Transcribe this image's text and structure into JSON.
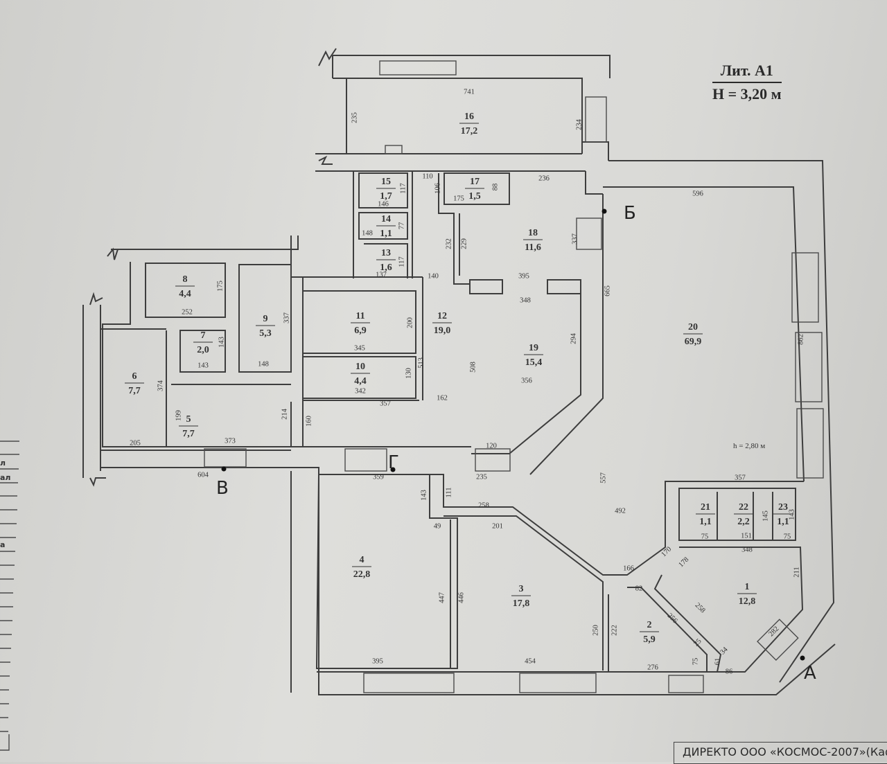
{
  "header": {
    "title": "Лит. А1",
    "height": "H = 3,20 м"
  },
  "note": "h = 2,80 м",
  "footer": "ДИРЕКТО ООО «КОСМОС-2007»(Каф",
  "side_fragments": [
    "л",
    "ал",
    "а"
  ],
  "markers": [
    "А",
    "Б",
    "В",
    "Г"
  ],
  "rooms": [
    {
      "number": "1",
      "area": "12,8"
    },
    {
      "number": "2",
      "area": "5,9"
    },
    {
      "number": "3",
      "area": "17,8"
    },
    {
      "number": "4",
      "area": "22,8"
    },
    {
      "number": "5",
      "area": "7,7"
    },
    {
      "number": "6",
      "area": "7,7"
    },
    {
      "number": "7",
      "area": "2,0"
    },
    {
      "number": "8",
      "area": "4,4"
    },
    {
      "number": "9",
      "area": "5,3"
    },
    {
      "number": "10",
      "area": "4,4"
    },
    {
      "number": "11",
      "area": "6,9"
    },
    {
      "number": "12",
      "area": "19,0"
    },
    {
      "number": "13",
      "area": "1,6"
    },
    {
      "number": "14",
      "area": "1,1"
    },
    {
      "number": "15",
      "area": "1,7"
    },
    {
      "number": "16",
      "area": "17,2"
    },
    {
      "number": "17",
      "area": "1,5"
    },
    {
      "number": "18",
      "area": "11,6"
    },
    {
      "number": "19",
      "area": "15,4"
    },
    {
      "number": "20",
      "area": "69,9"
    },
    {
      "number": "21",
      "area": "1,1"
    },
    {
      "number": "22",
      "area": "2,2"
    },
    {
      "number": "23",
      "area": "1,1"
    }
  ],
  "dimensions": [
    "741",
    "235",
    "234",
    "110",
    "106",
    "175",
    "88",
    "236",
    "117",
    "146",
    "148",
    "77",
    "117",
    "137",
    "140",
    "232",
    "229",
    "337",
    "395",
    "348",
    "596",
    "665",
    "175",
    "252",
    "337",
    "143",
    "143",
    "148",
    "200",
    "345",
    "513",
    "508",
    "294",
    "130",
    "342",
    "357",
    "162",
    "356",
    "862",
    "374",
    "199",
    "214",
    "160",
    "205",
    "373",
    "120",
    "604",
    "359",
    "235",
    "143",
    "111",
    "258",
    "201",
    "49",
    "357",
    "557",
    "492",
    "145",
    "143",
    "75",
    "151",
    "75",
    "348",
    "170",
    "178",
    "166",
    "82",
    "258",
    "256",
    "211",
    "447",
    "446",
    "250",
    "222",
    "282",
    "25",
    "34",
    "75",
    "61",
    "395",
    "454",
    "276",
    "86"
  ]
}
